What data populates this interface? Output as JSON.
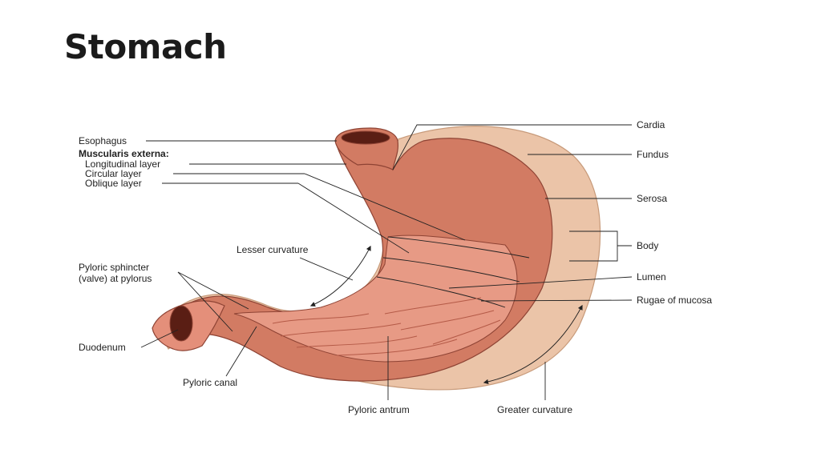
{
  "title": "Stomach",
  "colors": {
    "serosa": "#ebc4a8",
    "serosa_edge": "#c79a7a",
    "muscle": "#d27b63",
    "mucosa": "#e79a85",
    "duodenum": "#e48f7a",
    "rugae": "#b45a47",
    "lumen_dark": "#5a1e14",
    "arrow": "#222222"
  },
  "labels": {
    "esophagus": "Esophagus",
    "muscularis_externa": "Muscularis externa:",
    "longitudinal_layer": "Longitudinal layer",
    "circular_layer": "Circular layer",
    "oblique_layer": "Oblique layer",
    "lesser_curvature": "Lesser curvature",
    "pyloric_sphincter_1": "Pyloric sphincter",
    "pyloric_sphincter_2": "(valve) at pylorus",
    "duodenum": "Duodenum",
    "pyloric_canal": "Pyloric canal",
    "pyloric_antrum": "Pyloric antrum",
    "greater_curvature": "Greater curvature",
    "cardia": "Cardia",
    "fundus": "Fundus",
    "serosa": "Serosa",
    "body": "Body",
    "lumen": "Lumen",
    "rugae_of_mucosa": "Rugae of mucosa"
  }
}
